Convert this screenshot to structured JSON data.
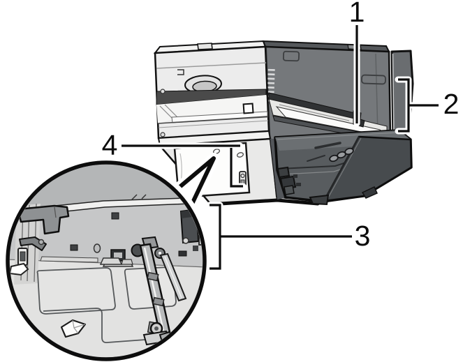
{
  "figure": {
    "description": "Printer hardware illustration: machine with open bypass tray and side cover, plus magnified circular view of the interior",
    "background": "#ffffff"
  },
  "callouts": [
    {
      "id": "callout-1",
      "label": "1"
    },
    {
      "id": "callout-2",
      "label": "2"
    },
    {
      "id": "callout-3",
      "label": "3"
    },
    {
      "id": "callout-4",
      "label": "4"
    }
  ],
  "palette": {
    "outline": "#0d0d0d",
    "body_light": "#ececec",
    "panel_dark": "#75787b",
    "tray_dark": "#585c5f",
    "tray_flap": "#474b4e",
    "interior_top": "#b4b6b7",
    "interior_wall": "#c6c7c8",
    "interior_floor": "#e2e2e1",
    "halo": "#ffffff"
  }
}
